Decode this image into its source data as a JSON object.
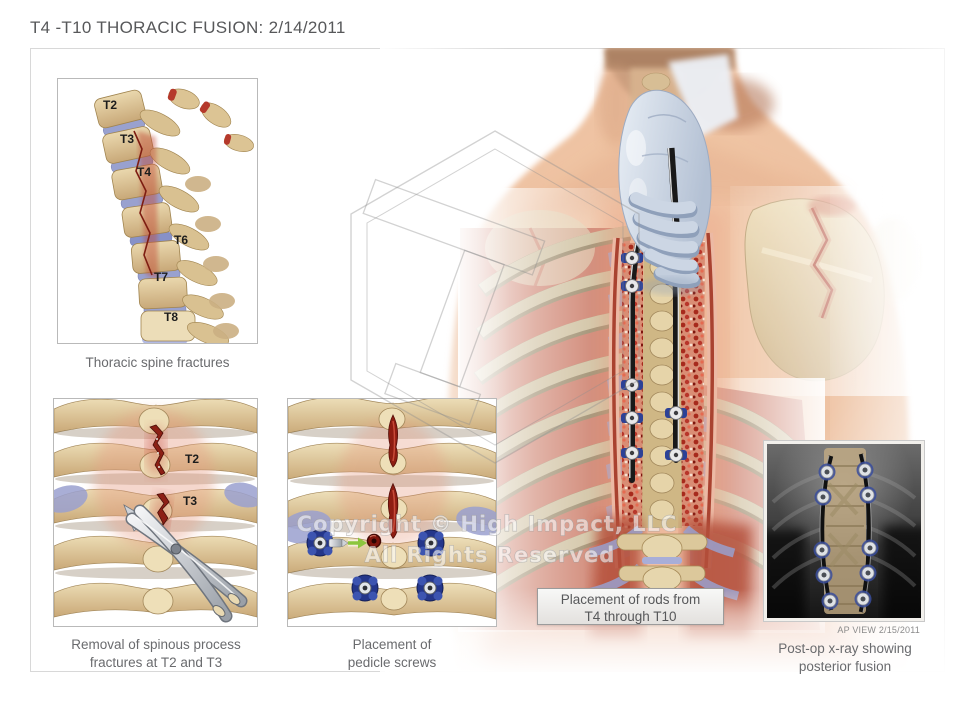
{
  "title": "T4 -T10 THORACIC FUSION: 2/14/2011",
  "watermark": {
    "line1": "Copyright © High Impact, LLC",
    "line2": "All Rights Reserved"
  },
  "panels": {
    "spine_fractures": {
      "caption": "Thoracic spine fractures",
      "labels": {
        "t2": "T2",
        "t3": "T3",
        "t4": "T4",
        "t6": "T6",
        "t7": "T7",
        "t8": "T8"
      }
    },
    "spinous_removal": {
      "caption_line1": "Removal of spinous process",
      "caption_line2": "fractures at T2 and T3",
      "labels": {
        "t2": "T2",
        "t3": "T3"
      }
    },
    "pedicle_screws": {
      "caption_line1": "Placement of",
      "caption_line2": "pedicle screws"
    },
    "rod_placement": {
      "caption_line1": "Placement of rods from",
      "caption_line2": "T4 through T10"
    },
    "xray": {
      "view_label": "AP VIEW 2/15/2011",
      "caption_line1": "Post-op x-ray showing",
      "caption_line2": "posterior fusion"
    }
  },
  "colors": {
    "title_text": "#58595b",
    "caption_text": "#6a6b6e",
    "bone": "#dfc99f",
    "fracture_red": "#a93b2a",
    "hardware_blue": "#2c4196",
    "ligament_lavender": "#989fce",
    "muscle_red": "#c97560",
    "skin": "#eec3a3",
    "glove_gray": "#ccd6e4",
    "metal_dark": "#191919"
  }
}
